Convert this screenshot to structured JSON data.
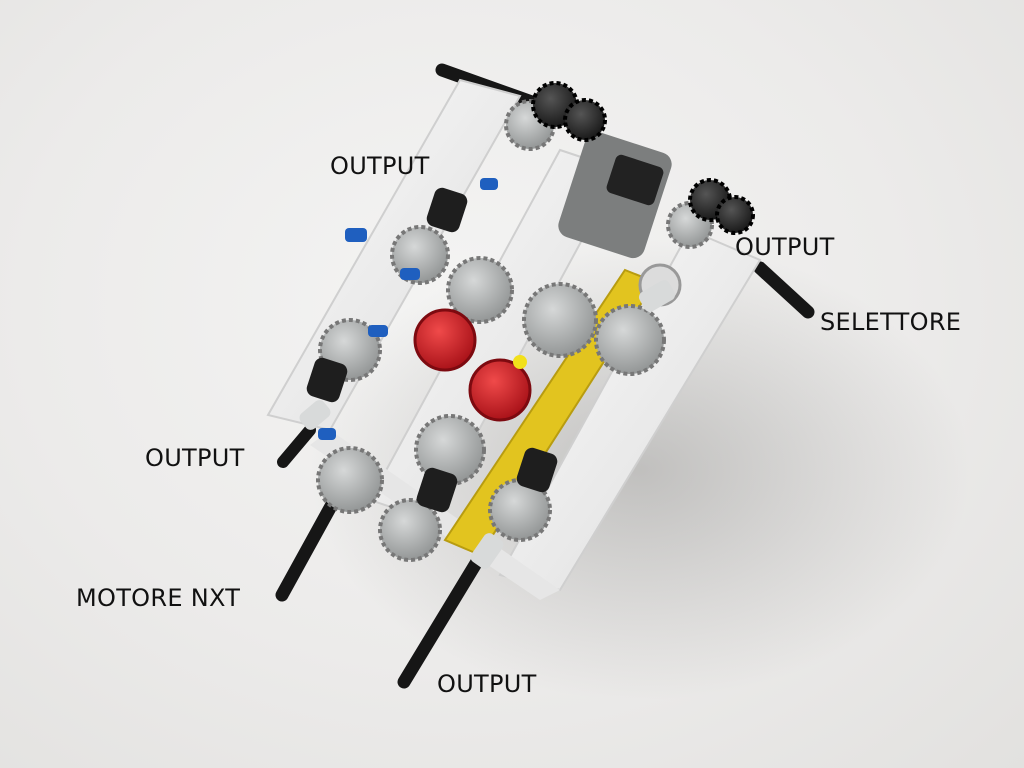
{
  "photo": {
    "subject": "lego-technic-gearbox",
    "colors": {
      "background": "#ebeae8",
      "frame": "#f3f3f3",
      "gear_light": "#b9bbbb",
      "gear_dark": "#2b2b2b",
      "axle": "#161616",
      "pin_blue": "#1f5fbf",
      "shifter_red": "#d0202a",
      "beam_yellow": "#e2c41f"
    }
  },
  "annotations": {
    "output_top": "OUTPUT",
    "output_right": "OUTPUT",
    "selettore": "SELETTORE",
    "output_left": "OUTPUT",
    "motore_nxt": "MOTORE NXT",
    "output_bottom": "OUTPUT"
  }
}
